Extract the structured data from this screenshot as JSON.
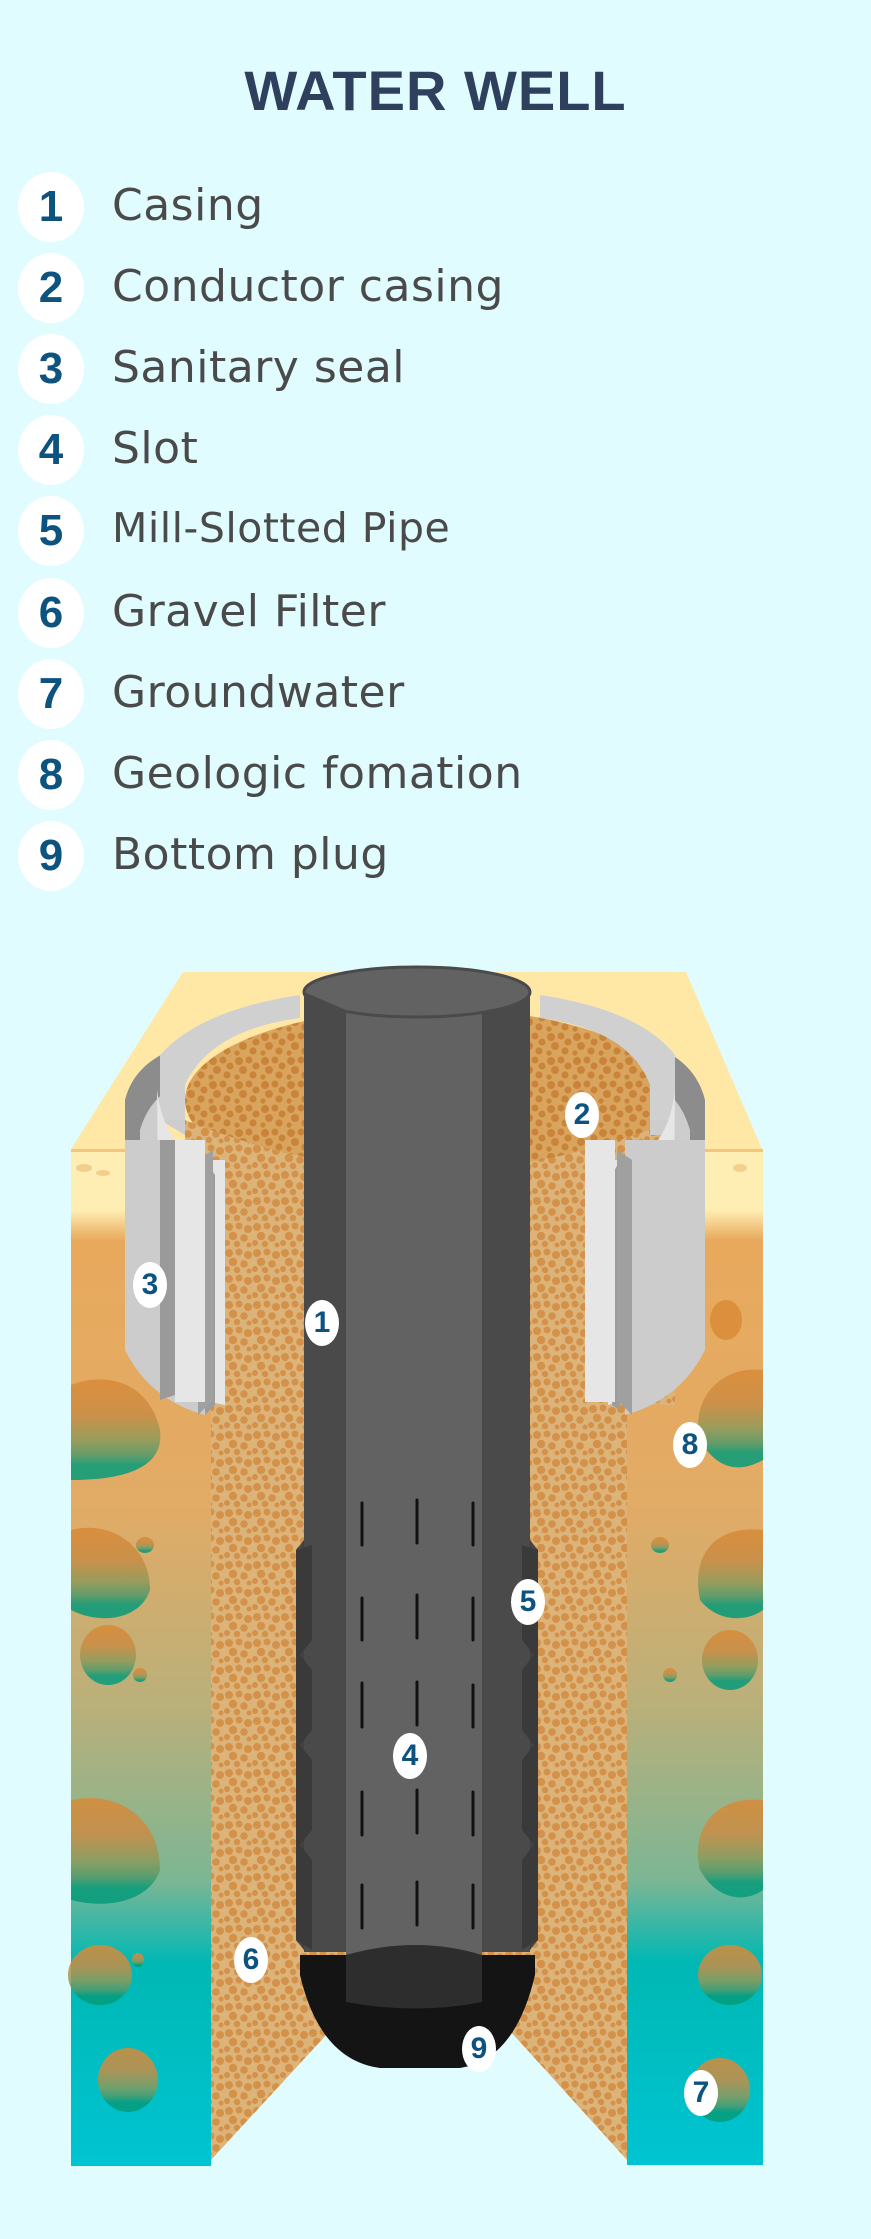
{
  "title": "WATER WELL",
  "legend": [
    {
      "number": "1",
      "label": "Casing"
    },
    {
      "number": "2",
      "label": "Conductor casing"
    },
    {
      "number": "3",
      "label": "Sanitary seal"
    },
    {
      "number": "4",
      "label": "Slot"
    },
    {
      "number": "5",
      "label": "Mill-Slotted Pipe"
    },
    {
      "number": "6",
      "label": "Gravel Filter"
    },
    {
      "number": "7",
      "label": "Groundwater"
    },
    {
      "number": "8",
      "label": "Geologic fomation"
    },
    {
      "number": "9",
      "label": "Bottom plug"
    }
  ],
  "callouts": {
    "c1": "1",
    "c2": "2",
    "c3": "3",
    "c4": "4",
    "c5": "5",
    "c6": "6",
    "c7": "7",
    "c8": "8",
    "c9": "9"
  },
  "colors": {
    "background": "#e0fcff",
    "title": "#2f3f5e",
    "badge_text": "#0d5380",
    "legend_text": "#4a4a4a",
    "topsoil": "#ffeaa6",
    "soil": "#e6a85a",
    "groundwater": "#00bcc8",
    "gravel": "#d8ae72",
    "casing": "#626262",
    "casing_dark": "#4a4a4a",
    "conductor": "#cccccc",
    "bottom_plug": "#141414"
  }
}
